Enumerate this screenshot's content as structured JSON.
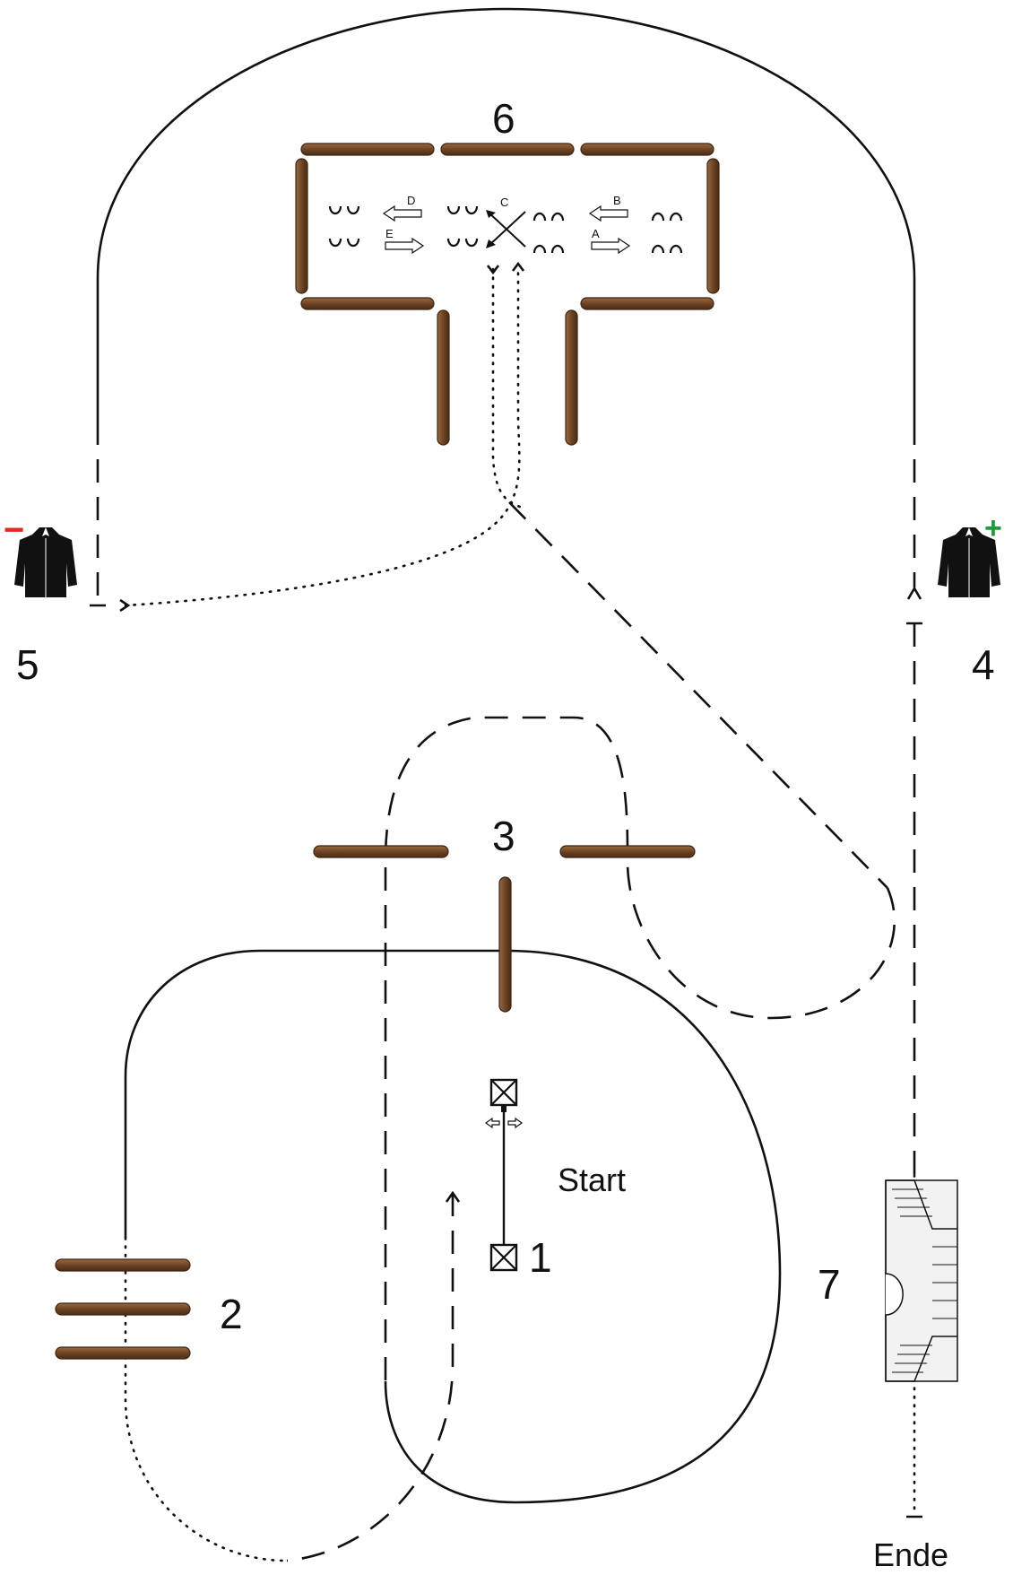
{
  "labels": {
    "station_1": "1",
    "station_2": "2",
    "station_3": "3",
    "station_4": "4",
    "station_5": "5",
    "station_6": "6",
    "station_7": "7",
    "start": "Start",
    "end": "Ende"
  },
  "pen_letters": {
    "a": "A",
    "b": "B",
    "c": "C",
    "d": "D",
    "e": "E"
  },
  "signs": {
    "minus": "−",
    "plus": "+"
  },
  "colors": {
    "pole_fill": "#7a4e2a",
    "pole_stroke": "#3e2412",
    "minus_sign": "#e02b20",
    "plus_sign": "#1f9a3a",
    "coat": "#111111",
    "line": "#111111"
  },
  "icons": {
    "person_minus": "coat-icon",
    "person_plus": "coat-icon",
    "start_markers": "box-x-icon",
    "bridge": "bridge-icon"
  }
}
